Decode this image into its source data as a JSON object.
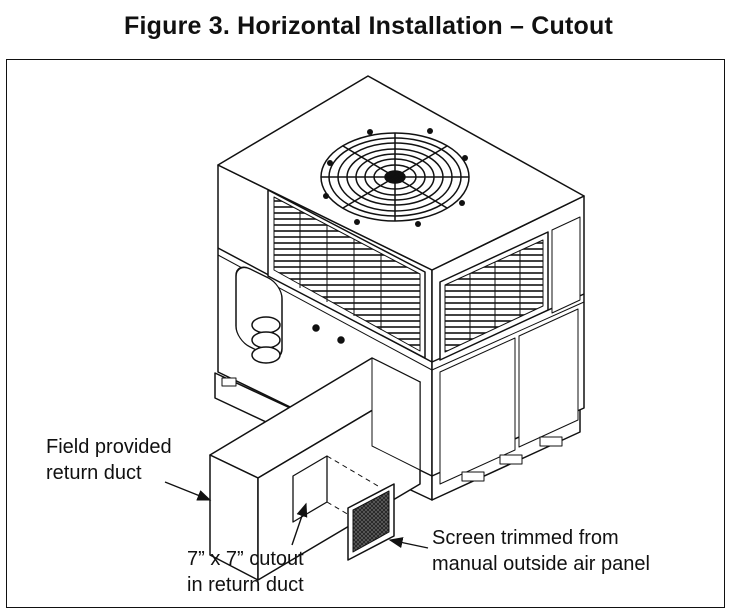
{
  "figure": {
    "title": "Figure 3. Horizontal Installation – Cutout"
  },
  "callouts": {
    "return_duct": {
      "line1": "Field provided",
      "line2": "return duct"
    },
    "cutout": {
      "line1": "7” x 7” cutout",
      "line2": "in return duct"
    },
    "screen": {
      "line1": "Screen trimmed from",
      "line2": "manual outside air panel"
    }
  },
  "colors": {
    "ink": "#111111",
    "panel": "#ffffff",
    "dark_fill": "#1a1a1a"
  }
}
